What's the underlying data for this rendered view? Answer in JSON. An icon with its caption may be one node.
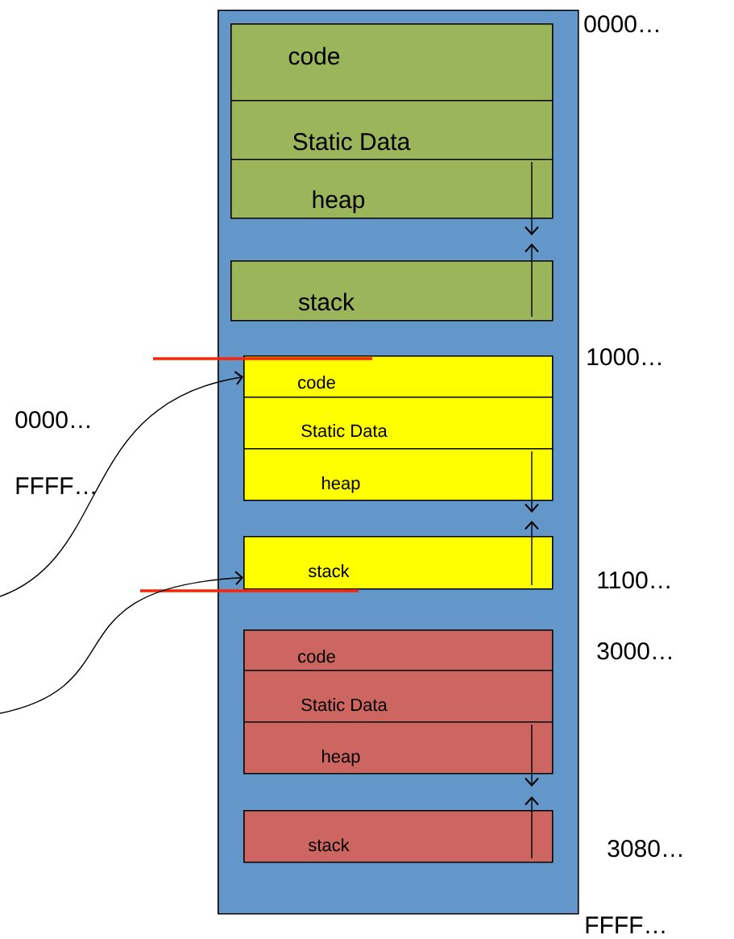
{
  "diagram": {
    "nodes": [
      {
        "text": [],
        "shape": "box"
      },
      {
        "text": [
          "code"
        ],
        "in": 0
      },
      {
        "text": [
          "Static Data"
        ],
        "in": 0
      },
      {
        "text": [
          "heap"
        ],
        "in": 0
      },
      {
        "text": [
          "stack"
        ],
        "in": 0
      },
      {
        "text": [
          "code"
        ],
        "in": 0
      },
      {
        "text": [
          "Static Data"
        ],
        "in": 0
      },
      {
        "text": [
          "heap"
        ],
        "in": 0
      },
      {
        "text": [
          "stack"
        ],
        "in": 0
      },
      {
        "text": [
          "code"
        ],
        "in": 0
      },
      {
        "text": [
          "Static Data"
        ],
        "in": 0
      },
      {
        "text": [
          "heap"
        ],
        "in": 0
      },
      {
        "text": [
          "stack"
        ],
        "in": 0
      }
    ],
    "edges": [
      {
        "from": null,
        "to": 5,
        "arrow": "to"
      },
      {
        "from": null,
        "to": 8,
        "arrow": "to"
      }
    ],
    "labels": [
      "0000…",
      "1000…",
      "0000…",
      "FFFF…",
      "1100…",
      "3000…",
      "3080…",
      "FFFF…"
    ]
  }
}
